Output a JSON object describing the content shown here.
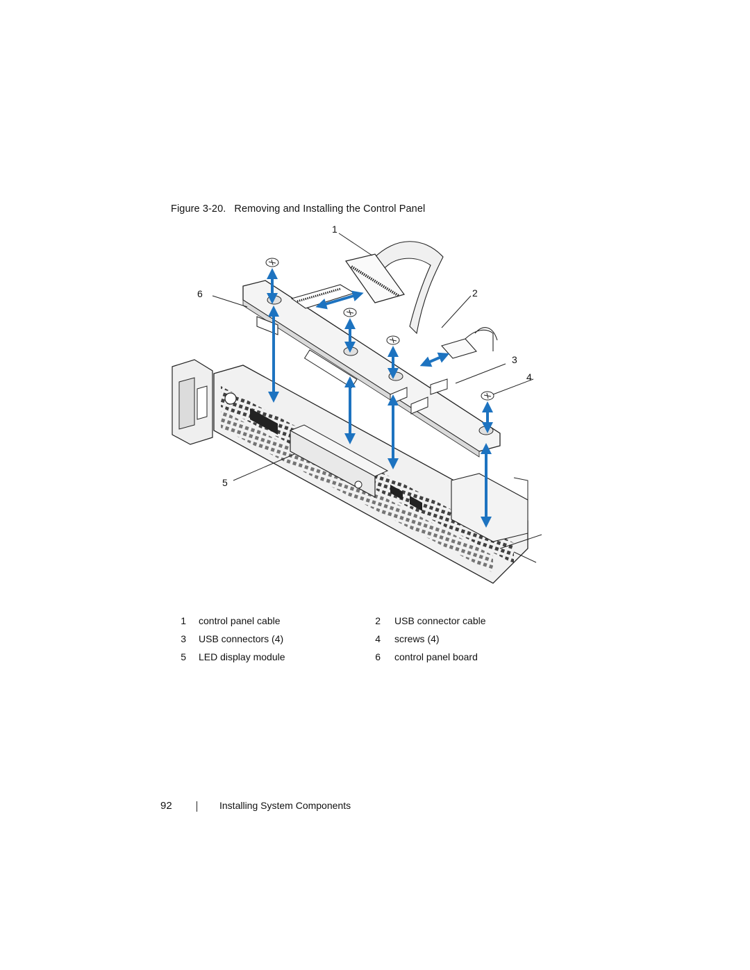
{
  "caption": {
    "label": "Figure 3-20.",
    "title": "Removing and Installing the Control Panel"
  },
  "callouts": [
    "1",
    "2",
    "3",
    "4",
    "5",
    "6"
  ],
  "legend": [
    {
      "num": "1",
      "text": "control panel cable"
    },
    {
      "num": "2",
      "text": "USB connector cable"
    },
    {
      "num": "3",
      "text": "USB connectors (4)"
    },
    {
      "num": "4",
      "text": "screws (4)"
    },
    {
      "num": "5",
      "text": "LED display module"
    },
    {
      "num": "6",
      "text": "control panel board"
    }
  ],
  "footer": {
    "page_number": "92",
    "section": "Installing System Components"
  },
  "colors": {
    "arrow": "#1d73c0",
    "line": "#222222",
    "panel_fill": "#eeeeee",
    "board_fill": "#f4f4f4"
  },
  "icons": [
    "screw-icon",
    "arrow-icon",
    "grille-icon",
    "connector-icon"
  ]
}
